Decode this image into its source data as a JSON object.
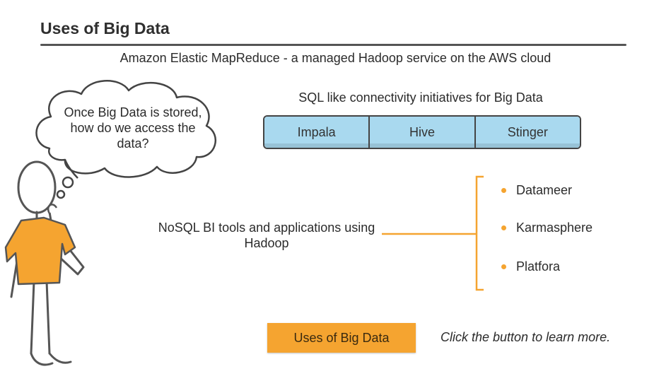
{
  "header": {
    "title": "Uses of Big Data"
  },
  "subtitle": "Amazon Elastic MapReduce - a managed Hadoop service on the AWS cloud",
  "thought_bubble": {
    "text": "Once Big Data is stored, how do we access the data?"
  },
  "sql_section": {
    "heading": "SQL like connectivity initiatives for Big Data",
    "items": [
      {
        "label": "Impala"
      },
      {
        "label": "Hive"
      },
      {
        "label": "Stinger"
      }
    ]
  },
  "nosql_section": {
    "label": "NoSQL BI tools and applications using Hadoop",
    "tools": [
      {
        "label": "Datameer"
      },
      {
        "label": "Karmasphere"
      },
      {
        "label": "Platfora"
      }
    ]
  },
  "cta": {
    "button_label": "Uses of Big Data",
    "hint": "Click the button to learn more."
  },
  "colors": {
    "accent": "#f5a430",
    "sql_fill": "#a9d9ef",
    "rule": "#555555"
  }
}
